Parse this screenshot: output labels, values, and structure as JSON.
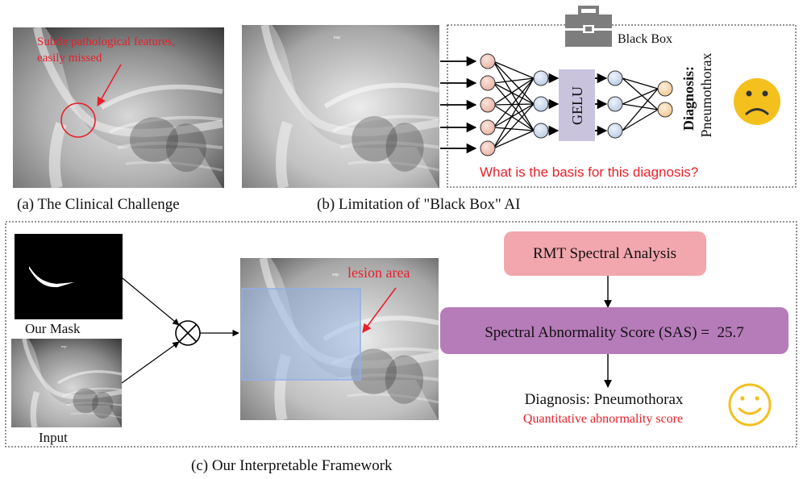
{
  "panel_a": {
    "annotation_line1": "Subtle pathological features,",
    "annotation_line2": "easily missed",
    "caption": "(a) The Clinical Challenge"
  },
  "panel_b": {
    "black_box_label": "Black Box",
    "activation_label": "GELU",
    "diagnosis_label": "Diagnosis:",
    "diagnosis_value": "Pneumothorax",
    "question": "What is the basis for this diagnosis?",
    "caption": "(b) Limitation of \"Black Box\" AI",
    "xray_tag": "exp"
  },
  "panel_c": {
    "mask_label": "Our Mask",
    "input_label": "Input",
    "input_tag": "exp",
    "xray_tag": "exp",
    "lesion_label": "lesion area",
    "rmt_label": "RMT Spectral Analysis",
    "sas_label": "Spectral Abnormality Score (SAS) =  25.7",
    "diagnosis_text": "Diagnosis: Pneumothorax",
    "quant_text": "Quantitative abnormality score",
    "caption": "(c) Our Interpretable Framework"
  },
  "colors": {
    "annotation_red": "#e8202a",
    "gelu_fill": "#c9c3de",
    "rmt_fill": "#f2a6ad",
    "sas_fill": "#b67bb9",
    "emoji_yellow": "#f4c01e",
    "mask_box_blue": "#8fb0e6"
  }
}
